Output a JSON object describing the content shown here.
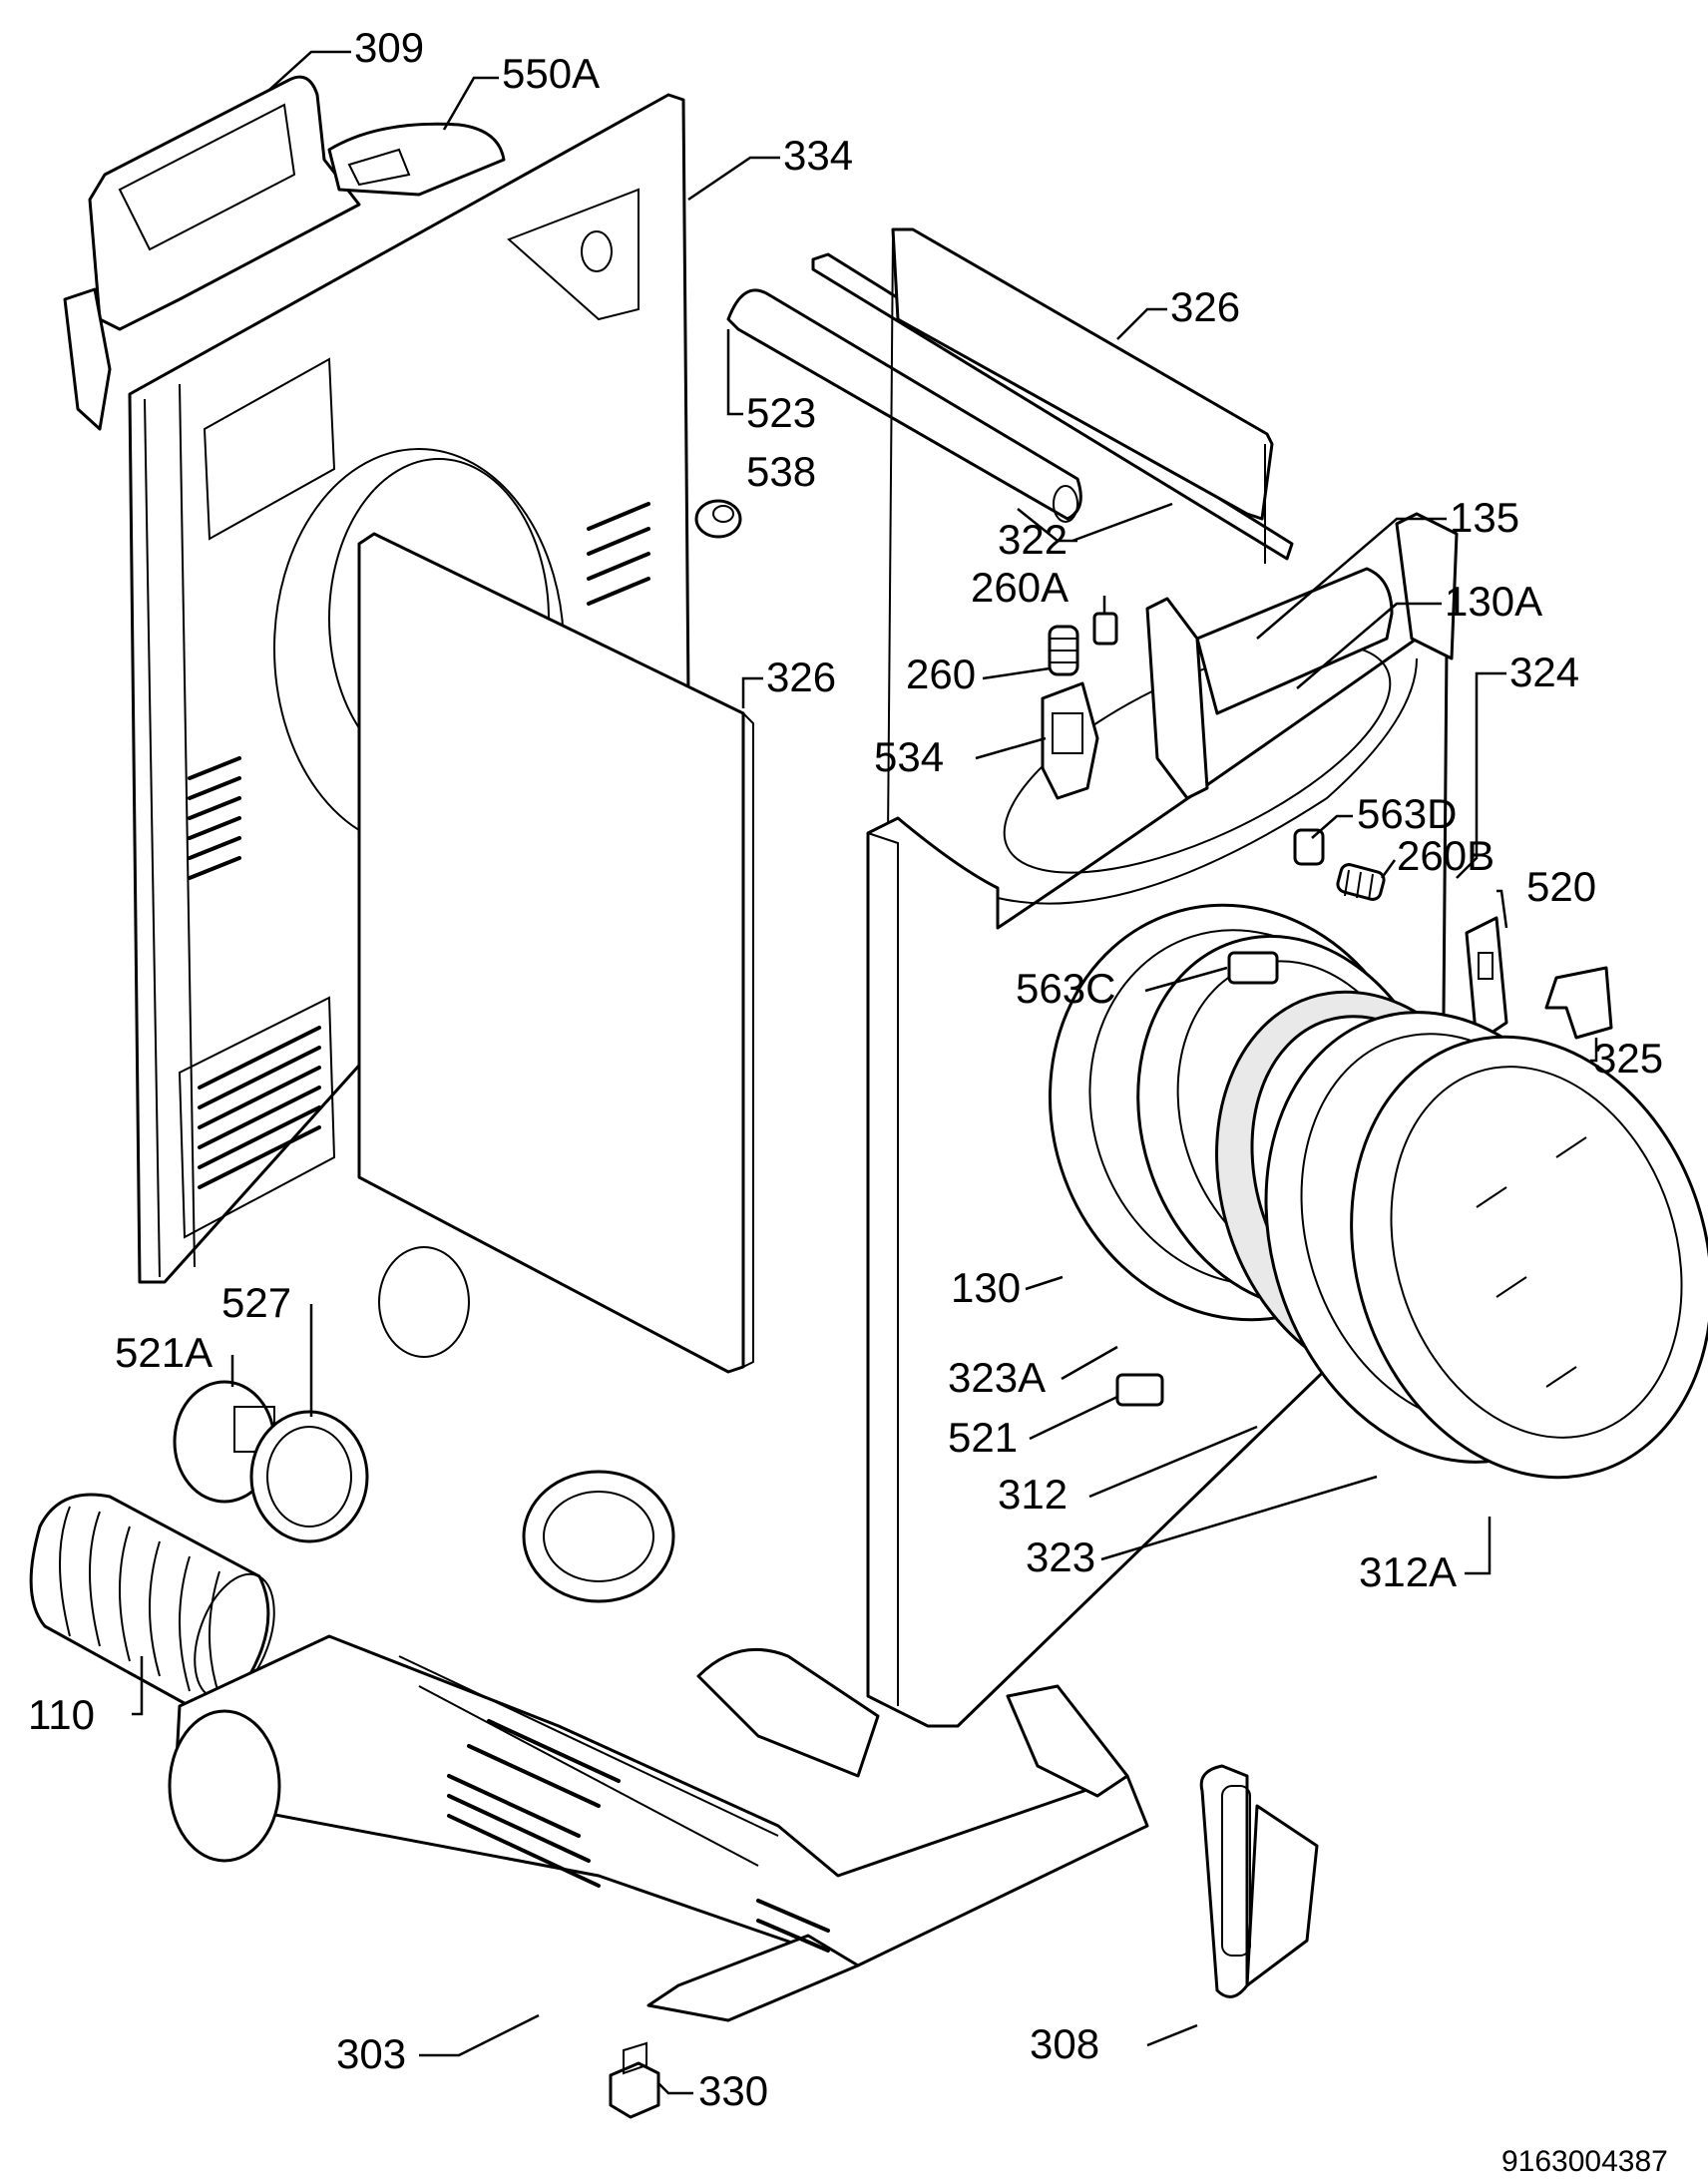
{
  "diagram": {
    "reference_number": "9163004387",
    "parts": [
      {
        "id": "309",
        "label": "309"
      },
      {
        "id": "550A",
        "label": "550A"
      },
      {
        "id": "334",
        "label": "334"
      },
      {
        "id": "326-top",
        "label": "326"
      },
      {
        "id": "523",
        "label": "523"
      },
      {
        "id": "538",
        "label": "538"
      },
      {
        "id": "322",
        "label": "322"
      },
      {
        "id": "135",
        "label": "135"
      },
      {
        "id": "260A",
        "label": "260A"
      },
      {
        "id": "130A",
        "label": "130A"
      },
      {
        "id": "260",
        "label": "260"
      },
      {
        "id": "324",
        "label": "324"
      },
      {
        "id": "326-mid",
        "label": "326"
      },
      {
        "id": "534",
        "label": "534"
      },
      {
        "id": "563D",
        "label": "563D"
      },
      {
        "id": "260B",
        "label": "260B"
      },
      {
        "id": "520",
        "label": "520"
      },
      {
        "id": "563C",
        "label": "563C"
      },
      {
        "id": "325",
        "label": "325"
      },
      {
        "id": "130",
        "label": "130"
      },
      {
        "id": "527",
        "label": "527"
      },
      {
        "id": "521A",
        "label": "521A"
      },
      {
        "id": "323A",
        "label": "323A"
      },
      {
        "id": "521",
        "label": "521"
      },
      {
        "id": "312",
        "label": "312"
      },
      {
        "id": "323",
        "label": "323"
      },
      {
        "id": "312A",
        "label": "312A"
      },
      {
        "id": "110",
        "label": "110"
      },
      {
        "id": "308",
        "label": "308"
      },
      {
        "id": "303",
        "label": "303"
      },
      {
        "id": "330",
        "label": "330"
      }
    ]
  }
}
